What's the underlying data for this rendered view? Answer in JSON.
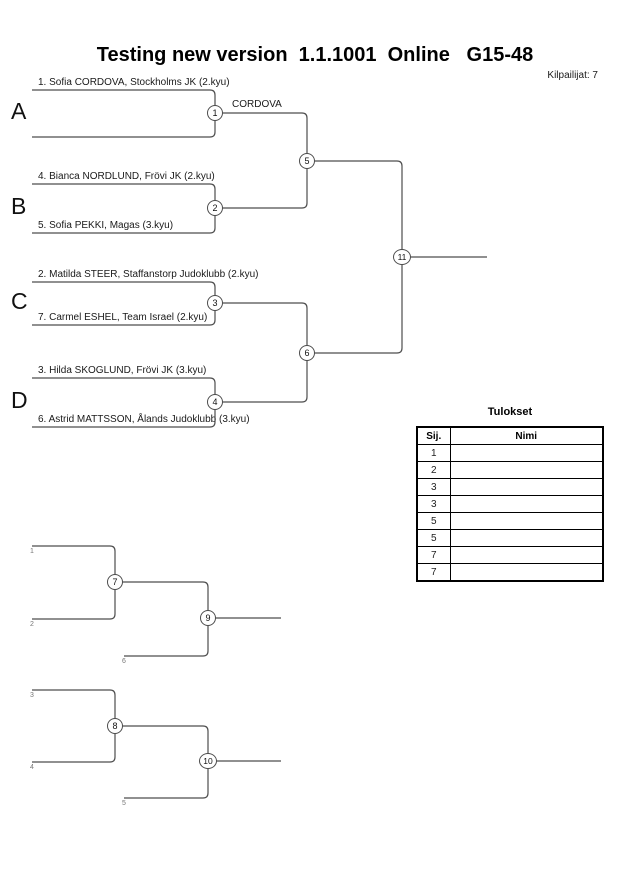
{
  "page": {
    "title": "Testing new version  1.1.1001  Online   G15-48",
    "competitors": "Kilpailijat: 7"
  },
  "bracket": {
    "groups": [
      "A",
      "B",
      "C",
      "D"
    ],
    "entries": [
      "1. Sofia CORDOVA, Stockholms JK (2.kyu)",
      "4. Bianca NORDLUND, Frövi JK (2.kyu)",
      "5. Sofia PEKKI, Magas (3.kyu)",
      "2. Matilda STEER, Staffanstorp Judoklubb (2.kyu)",
      "7. Carmel ESHEL, Team Israel (2.kyu)",
      "3. Hilda SKOGLUND, Frövi JK (3.kyu)",
      "6. Astrid MATTSSON, Ålands Judoklubb (3.kyu)"
    ],
    "winner_labels": [
      "CORDOVA"
    ],
    "match_numbers": {
      "m1": "1",
      "m2": "2",
      "m3": "3",
      "m4": "4",
      "m5": "5",
      "m6": "6",
      "m11": "11"
    }
  },
  "repechage": {
    "match_numbers": {
      "m7": "7",
      "m8": "8",
      "m9": "9",
      "m10": "10"
    },
    "slot_labels": [
      "1",
      "2",
      "6",
      "3",
      "4",
      "5"
    ]
  },
  "results": {
    "title": "Tulokset",
    "columns": [
      "Sij.",
      "Nimi"
    ],
    "rows": [
      {
        "place": "1",
        "name": ""
      },
      {
        "place": "2",
        "name": ""
      },
      {
        "place": "3",
        "name": ""
      },
      {
        "place": "3",
        "name": ""
      },
      {
        "place": "5",
        "name": ""
      },
      {
        "place": "5",
        "name": ""
      },
      {
        "place": "7",
        "name": ""
      },
      {
        "place": "7",
        "name": ""
      }
    ]
  }
}
